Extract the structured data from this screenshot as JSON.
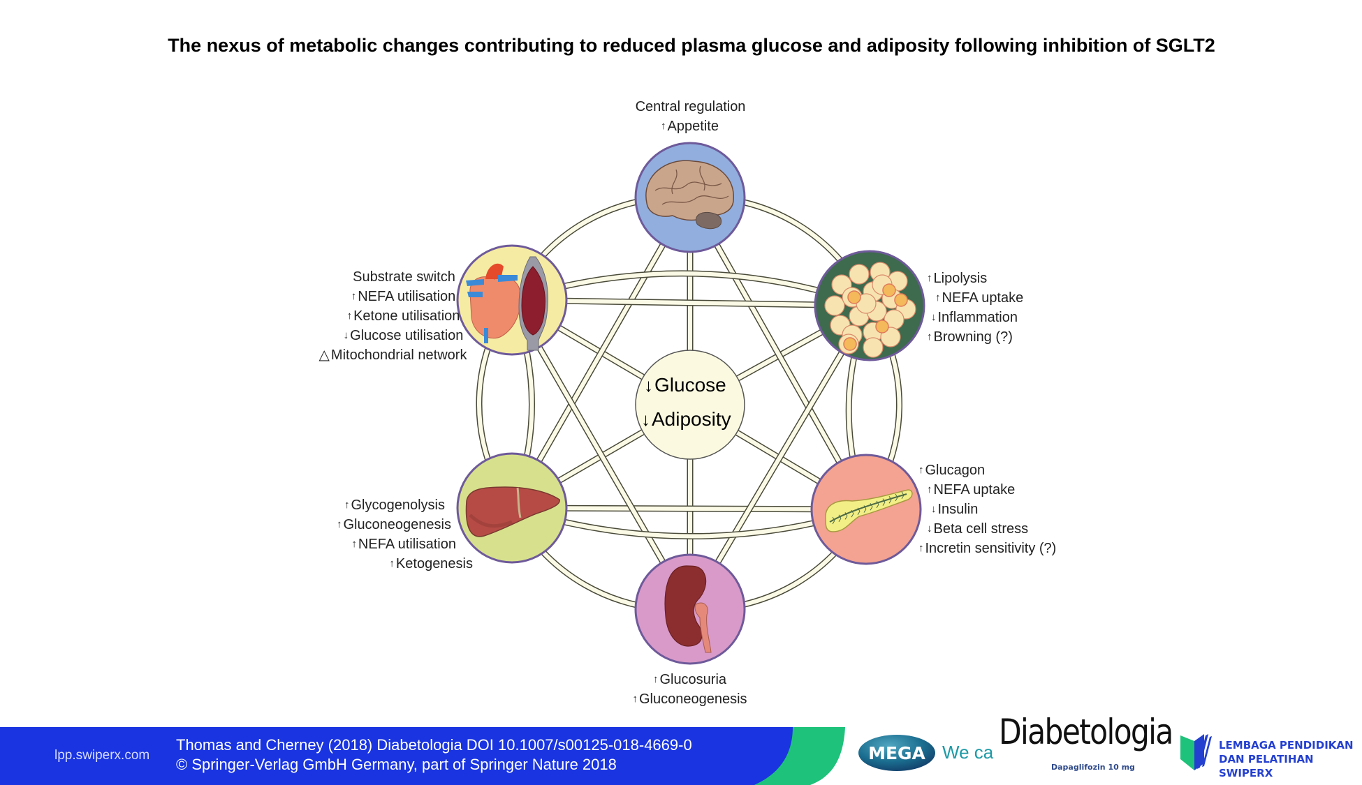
{
  "title": "The nexus of metabolic changes contributing to reduced plasma glucose and adiposity following inhibition of SGLT2",
  "hub": {
    "lines": [
      {
        "arrow": "down",
        "text": "Glucose"
      },
      {
        "arrow": "down",
        "text": "Adiposity"
      }
    ],
    "color": "#fbfae0"
  },
  "nodes": [
    {
      "id": "brain",
      "organ": "brain-icon",
      "fill": "#91aede",
      "labels": [
        {
          "arrow": "none",
          "text": "Central regulation"
        },
        {
          "arrow": "up",
          "text": "Appetite"
        }
      ]
    },
    {
      "id": "adipose",
      "organ": "adipose-tissue-icon",
      "fill": "#3e6a4d",
      "labels": [
        {
          "arrow": "up",
          "text": "Lipolysis"
        },
        {
          "arrow": "up",
          "text": "NEFA uptake"
        },
        {
          "arrow": "down",
          "text": "Inflammation"
        },
        {
          "arrow": "up",
          "text": "Browning (?)"
        }
      ]
    },
    {
      "id": "pancreas",
      "organ": "pancreas-icon",
      "fill": "#f4a291",
      "labels": [
        {
          "arrow": "up",
          "text": "Glucagon"
        },
        {
          "arrow": "up",
          "text": "NEFA uptake"
        },
        {
          "arrow": "down",
          "text": "Insulin"
        },
        {
          "arrow": "down",
          "text": "Beta cell stress"
        },
        {
          "arrow": "up",
          "text": "Incretin sensitivity (?)"
        }
      ]
    },
    {
      "id": "kidney",
      "organ": "kidney-icon",
      "fill": "#d99ac9",
      "labels": [
        {
          "arrow": "up",
          "text": "Glucosuria"
        },
        {
          "arrow": "up",
          "text": "Gluconeogenesis"
        }
      ]
    },
    {
      "id": "liver",
      "organ": "liver-icon",
      "fill": "#d7e18d",
      "labels": [
        {
          "arrow": "up",
          "text": "Glycogenolysis"
        },
        {
          "arrow": "up",
          "text": "Gluconeogenesis"
        },
        {
          "arrow": "up",
          "text": "NEFA utilisation"
        },
        {
          "arrow": "up",
          "text": "Ketogenesis"
        }
      ]
    },
    {
      "id": "heart-muscle",
      "organ": "heart-muscle-icon",
      "fill": "#f6eba2",
      "labels": [
        {
          "arrow": "none",
          "text": "Substrate switch"
        },
        {
          "arrow": "up",
          "text": "NEFA utilisation"
        },
        {
          "arrow": "up",
          "text": "Ketone utilisation"
        },
        {
          "arrow": "down",
          "text": "Glucose utilisation"
        },
        {
          "arrow": "delta",
          "text": "Mitochondrial network"
        }
      ]
    }
  ],
  "arrows": {
    "up": "↑",
    "down": "↓",
    "delta": "△",
    "none": ""
  },
  "colors": {
    "node_border": "#6e5a9a",
    "connector_fill": "#fbfae6",
    "connector_edge": "#4a4a3a",
    "footer_blue": "#1934e0",
    "footer_green": "#1ec27a"
  },
  "footer": {
    "site": "lpp.swiperx.com",
    "citation_line1": "Thomas and Cherney (2018) Diabetologia DOI 10.1007/s00125-018-4669-0",
    "citation_line2": "© Springer-Verlag GmbH Germany, part of Springer Nature 2018",
    "mega_logo": "MEGA",
    "mega_tagline": "We ca",
    "journal_logo": "Diabetologia",
    "journal_sub": "Dapaglifozin 10 mg",
    "lpp_line1": "LEMBAGA PENDIDIKAN",
    "lpp_line2": "DAN PELATIHAN SWIPERX"
  }
}
